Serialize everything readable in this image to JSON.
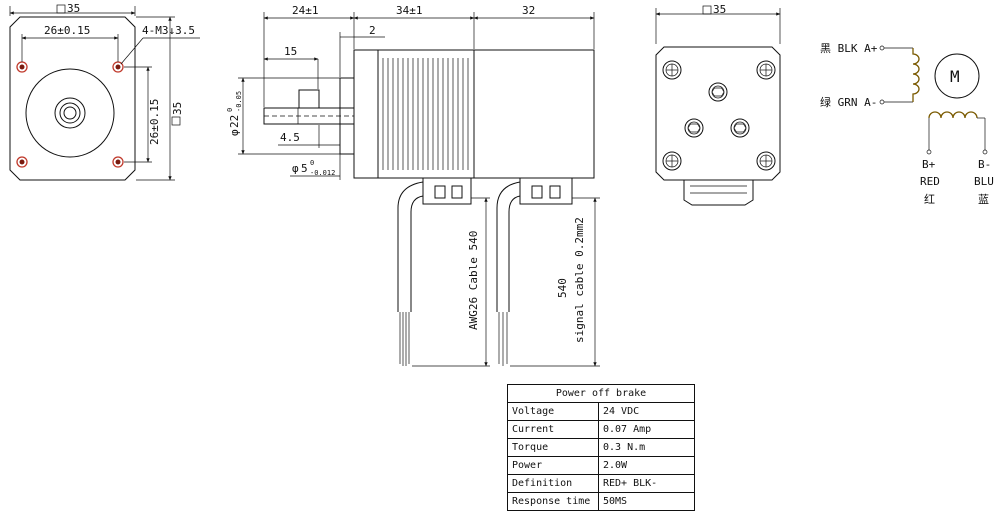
{
  "front_view": {
    "square": "35",
    "hole_span_top": "26±0.15",
    "hole_note": "4-M3↓3.5",
    "hole_span_side": "26±0.15",
    "side_square": "35"
  },
  "side_view": {
    "dim_a": "24±1",
    "dim_b": "34±1",
    "dim_c": "32",
    "dim_15": "15",
    "dim_2": "2",
    "dim_45": "4.5",
    "dia_22": "22",
    "dia_22_tol_top": "0",
    "dia_22_tol_bot": "-0.05",
    "dia_5": "5",
    "dia_5_tol_top": "0",
    "dia_5_tol_bot": "-0.012",
    "cable1_label": "AWG26 Cable 540",
    "cable2_len": "540",
    "cable2_label": "signal cable 0.2mm2"
  },
  "rear_view": {
    "square": "35"
  },
  "wiring": {
    "a_plus": "黑 BLK A+",
    "a_minus": "绿 GRN A-",
    "motor_symbol": "M",
    "b_plus": "B+",
    "b_plus_color": "RED",
    "b_plus_cn": "红",
    "b_minus": "B-",
    "b_minus_color": "BLU",
    "b_minus_cn": "蓝"
  },
  "spec_table": {
    "title": "Power off brake",
    "rows": [
      {
        "label": "Voltage",
        "value": "24 VDC"
      },
      {
        "label": "Current",
        "value": "0.07 Amp"
      },
      {
        "label": "Torque",
        "value": "0.3 N.m"
      },
      {
        "label": "Power",
        "value": "2.0W"
      },
      {
        "label": "Definition",
        "value": "RED+ BLK-"
      },
      {
        "label": "Response time",
        "value": "50MS"
      }
    ]
  }
}
